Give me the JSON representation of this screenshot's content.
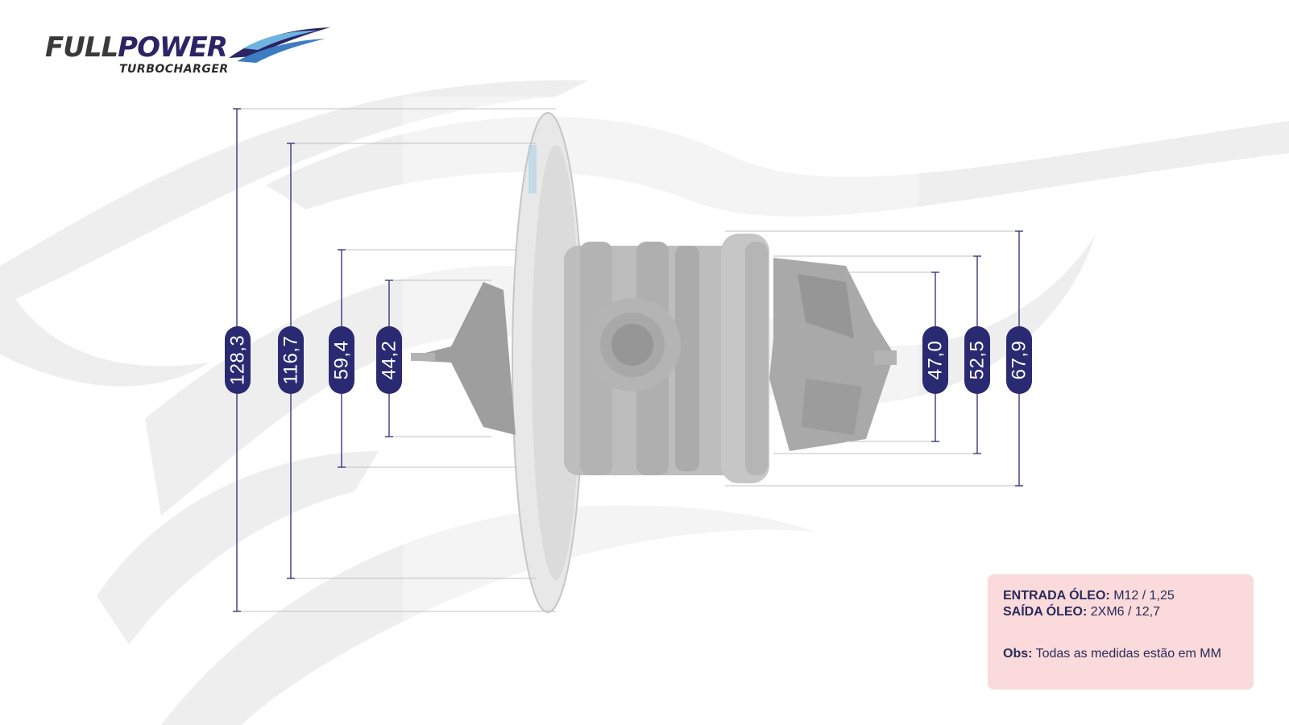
{
  "brand": {
    "name_part1": "FULL",
    "name_part2": "POWER",
    "tagline": "TURBOCHARGER",
    "color_primary": "#2b2565",
    "color_dark": "#3a3a3a"
  },
  "diagram": {
    "subject": "turbocharger-cartridge-core",
    "label_color": "#2a2a72",
    "dimensions_left": [
      "128,3",
      "116,7",
      "59,4",
      "44,2"
    ],
    "dimensions_right": [
      "47,0",
      "52,5",
      "67,9"
    ]
  },
  "info": {
    "oil_inlet_label": "ENTRADA ÓLEO:",
    "oil_inlet_value": "M12 / 1,25",
    "oil_outlet_label": "SAÍDA ÓLEO:",
    "oil_outlet_value": "2XM6 / 12,7",
    "obs_label": "Obs:",
    "obs_value": "Todas as medidas estão em MM",
    "box_color": "#fadada"
  }
}
